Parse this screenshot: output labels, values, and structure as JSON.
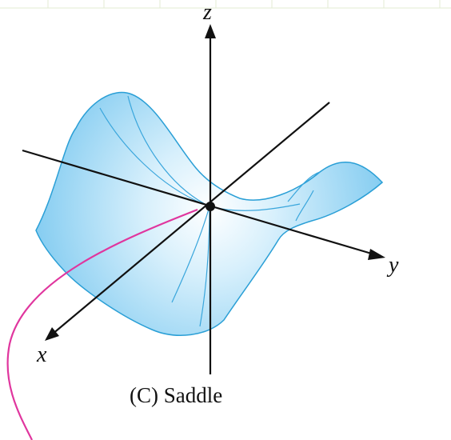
{
  "figure": {
    "caption": "(C) Saddle",
    "axes": {
      "x": "x",
      "y": "y",
      "z": "z"
    },
    "colors": {
      "surface_fill": "#8fd3f4",
      "surface_edge": "#2a9fd6",
      "surface_highlight": "#ffffff",
      "axis": "#111111",
      "origin_point": "#111111",
      "curve": "#e0369e",
      "grid": "#e3ebd3"
    }
  }
}
